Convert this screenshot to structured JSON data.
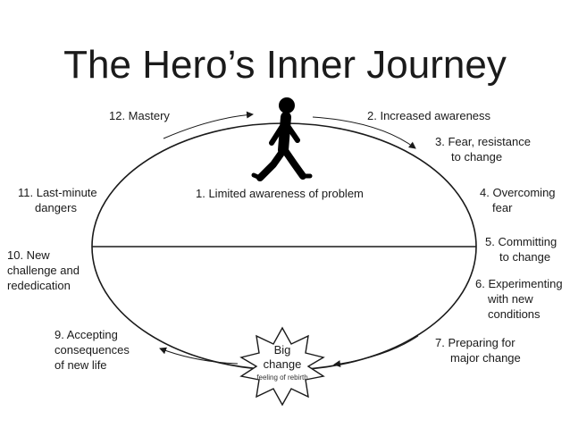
{
  "title": "The Hero’s Inner Journey",
  "center_label": "1. Limited awareness of problem",
  "stages": {
    "s2": "2. Increased awareness",
    "s3": [
      "3. Fear, resistance",
      "to change"
    ],
    "s4": [
      "4. Overcoming",
      "fear"
    ],
    "s5": [
      "5. Committing",
      "to change"
    ],
    "s6": [
      "6. Experimenting",
      "with new",
      "conditions"
    ],
    "s7": [
      "7. Preparing for",
      "major change"
    ],
    "s9": [
      "9. Accepting",
      "consequences",
      "of new life"
    ],
    "s10": [
      "10. New",
      "challenge and",
      "rededication"
    ],
    "s11": [
      "11. Last-minute",
      "dangers"
    ],
    "s12": "12. Mastery"
  },
  "big_change": {
    "main_line1": "Big",
    "main_line2": "change",
    "sub": "feeling of rebirth"
  },
  "icons": {
    "walker": "walking-person-icon",
    "burst": "starburst-icon"
  },
  "colors": {
    "line": "#1a1a1a",
    "text": "#1a1a1a",
    "background": "#ffffff"
  }
}
